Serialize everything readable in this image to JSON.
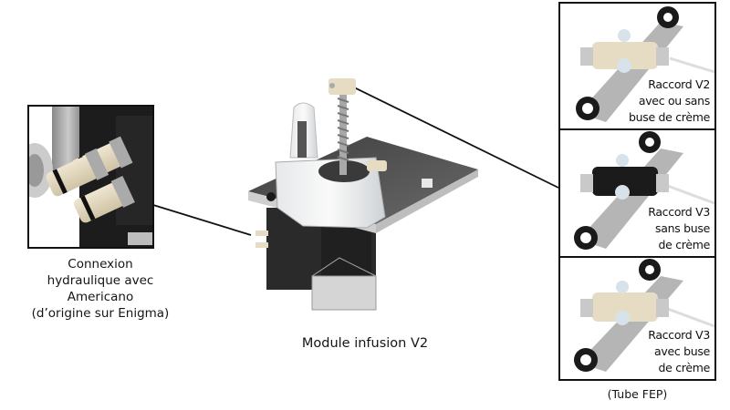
{
  "main_module": {
    "caption": "Module infusion V2"
  },
  "left_inset": {
    "caption_lines": [
      "Connexion",
      "hydraulique avec",
      "Americano",
      "(d’origine sur Enigma)"
    ]
  },
  "right_panel": {
    "variants": [
      {
        "label_lines": [
          "Raccord V2",
          "avec ou sans",
          "buse de crème"
        ],
        "fitting_color": "#e6dcc4"
      },
      {
        "label_lines": [
          "Raccord V3",
          "sans buse",
          "de crème"
        ],
        "fitting_color": "#1b1b1b"
      },
      {
        "label_lines": [
          "Raccord V3",
          "avec buse",
          "de crème"
        ],
        "fitting_color": "#e6dcc4"
      }
    ],
    "caption": "(Tube FEP)"
  },
  "colors": {
    "frame": "#111111",
    "cream_fitting": "#e6dcc4",
    "black_part": "#1b1b1b",
    "metal": "#b9b9b9",
    "plate": "#585858"
  }
}
